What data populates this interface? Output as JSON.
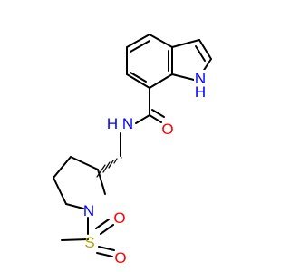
{
  "molecule": {
    "colors": {
      "bond": "#000000",
      "nitrogen": "#0000ff",
      "oxygen": "#ff0000",
      "sulfur": "#b3a000"
    },
    "atoms": [
      {
        "id": "N_indole",
        "text": "N",
        "element": "nitrogen"
      },
      {
        "id": "H_indole",
        "text": "H",
        "element": "nitrogen"
      },
      {
        "id": "N_amide",
        "text": "N",
        "element": "nitrogen"
      },
      {
        "id": "H_amide",
        "text": "H",
        "element": "nitrogen"
      },
      {
        "id": "O_carbonyl",
        "text": "O",
        "element": "oxygen"
      },
      {
        "id": "N_pyrrolidine",
        "text": "N",
        "element": "nitrogen"
      },
      {
        "id": "S_sulfonyl",
        "text": "S",
        "element": "sulfur"
      },
      {
        "id": "O_sulfonyl_top",
        "text": "O",
        "element": "oxygen"
      },
      {
        "id": "O_sulfonyl_bottom",
        "text": "O",
        "element": "oxygen"
      }
    ]
  }
}
